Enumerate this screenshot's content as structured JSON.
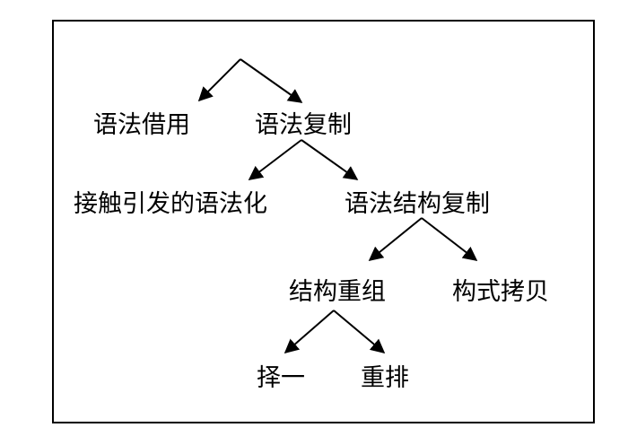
{
  "diagram": {
    "nodes": {
      "grammatical_borrowing": "语法借用",
      "grammatical_replication": "语法复制",
      "contact_induced_grammaticalization": "接触引发的语法化",
      "grammatical_structure_replication": "语法结构复制",
      "restructuring": "结构重组",
      "construction_copying": "构式拷贝",
      "selection": "择一",
      "rearrangement": "重排"
    },
    "edges": [
      {
        "from": "root",
        "to": "grammatical_borrowing"
      },
      {
        "from": "root",
        "to": "grammatical_replication"
      },
      {
        "from": "grammatical_replication",
        "to": "contact_induced_grammaticalization"
      },
      {
        "from": "grammatical_replication",
        "to": "grammatical_structure_replication"
      },
      {
        "from": "grammatical_structure_replication",
        "to": "restructuring"
      },
      {
        "from": "grammatical_structure_replication",
        "to": "construction_copying"
      },
      {
        "from": "restructuring",
        "to": "selection"
      },
      {
        "from": "restructuring",
        "to": "rearrangement"
      }
    ],
    "colors": {
      "line": "#000000",
      "text": "#000000",
      "background": "#ffffff"
    }
  }
}
